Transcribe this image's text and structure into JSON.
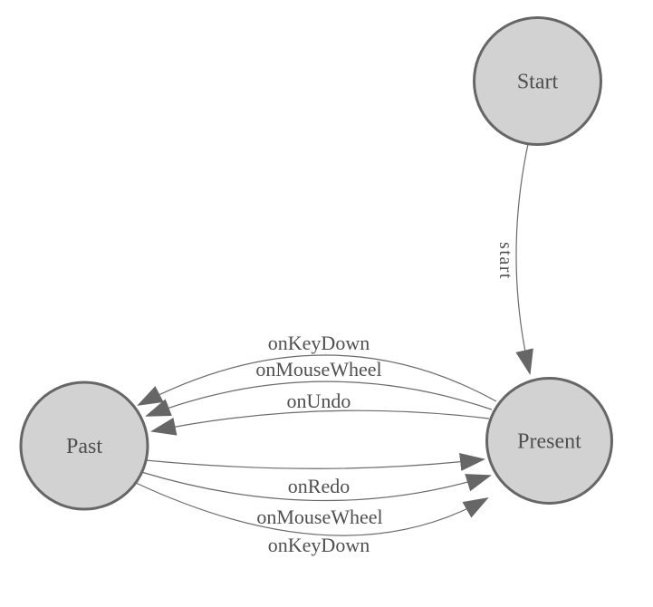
{
  "diagram": {
    "type": "state-machine",
    "background": "#ffffff",
    "colors": {
      "node_fill": "#d2d2d2",
      "node_stroke": "#666666",
      "edge_stroke": "#6a6a6a",
      "arrow_fill": "#666666",
      "text": "#4f4f4f"
    },
    "nodes": [
      {
        "id": "start",
        "label": "Start"
      },
      {
        "id": "past",
        "label": "Past"
      },
      {
        "id": "present",
        "label": "Present"
      }
    ],
    "edges": [
      {
        "from": "start",
        "to": "present",
        "label": "start"
      },
      {
        "from": "present",
        "to": "past",
        "label": "onKeyDown"
      },
      {
        "from": "present",
        "to": "past",
        "label": "onMouseWheel"
      },
      {
        "from": "present",
        "to": "past",
        "label": "onUndo"
      },
      {
        "from": "past",
        "to": "present",
        "label": "onRedo"
      },
      {
        "from": "past",
        "to": "present",
        "label": "onMouseWheel"
      },
      {
        "from": "past",
        "to": "present",
        "label": "onKeyDown"
      }
    ]
  }
}
